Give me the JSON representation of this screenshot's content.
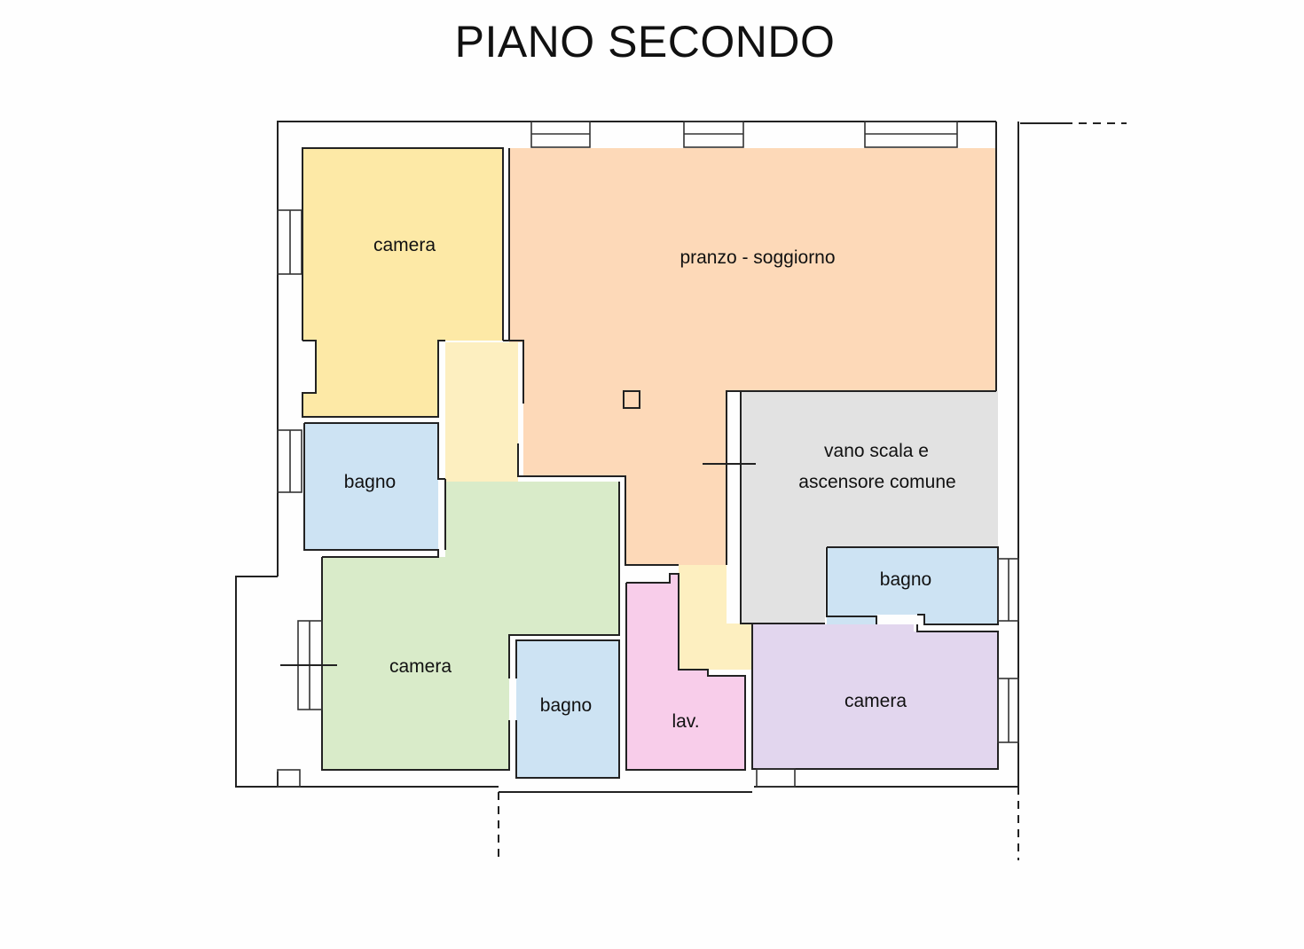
{
  "title": "PIANO SECONDO",
  "colors": {
    "camera_yellow": "#fde9a6",
    "pranzo": "#fdd9b8",
    "vano_scala": "#e2e2e2",
    "bagno": "#cde3f3",
    "camera_green": "#d9ebc9",
    "lav": "#f8cdea",
    "camera_purple": "#e2d6ee",
    "corridor": "#fdefc0",
    "wall": "#222222"
  },
  "rooms": {
    "camera_nw": "camera",
    "pranzo": "pranzo - soggiorno",
    "bagno_w": "bagno",
    "vano_scala_line1": "vano scala e",
    "vano_scala_line2": "ascensore comune",
    "bagno_e": "bagno",
    "camera_sw": "camera",
    "bagno_s": "bagno",
    "lav": "lav.",
    "camera_se": "camera"
  }
}
